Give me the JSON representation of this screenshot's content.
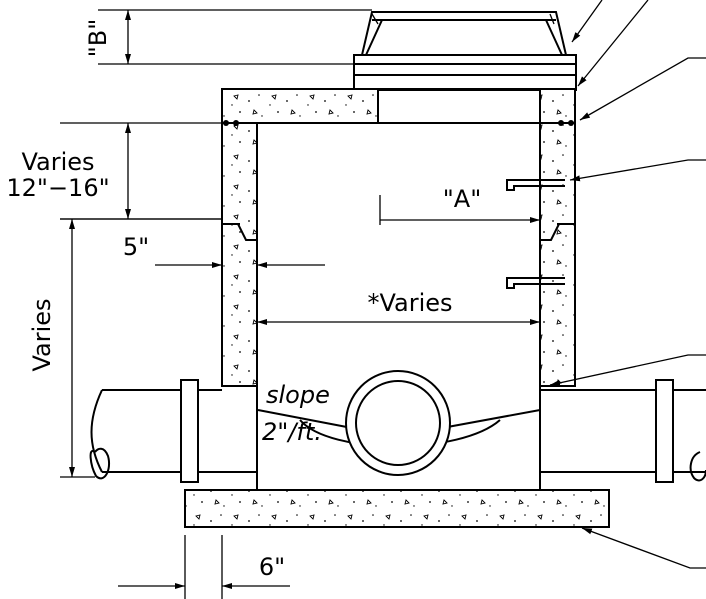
{
  "labels": {
    "dim_b": "\"B\"",
    "dim_varies_top": "Varies",
    "dim_varies_range": "12\"−16\"",
    "dim_wall": "5\"",
    "dim_a": "\"A\"",
    "dim_inner": "*Varies",
    "dim_varies_left": "Varies",
    "slope_word": "slope",
    "slope_value": "2\"/ft.",
    "dim_base": "6\""
  }
}
